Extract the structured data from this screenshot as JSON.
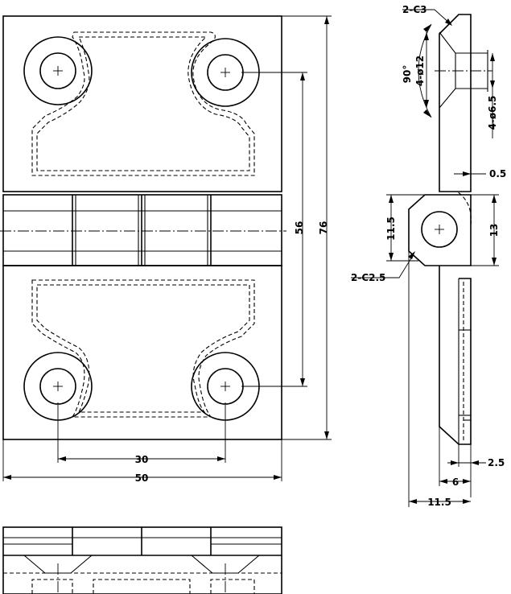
{
  "drawing": {
    "views": [
      "front-view",
      "side-view",
      "bottom-view"
    ],
    "dimensions": {
      "hole_spacing_horizontal": "30",
      "overall_width": "50",
      "hole_spacing_vertical": "56",
      "overall_height": "76",
      "countersink_chamfer": "2-C3",
      "countersink_angle": "90°",
      "countersink_diameter": "4-ø12",
      "hole_diameter": "4-ø6.5",
      "gap": "0.5",
      "knuckle_height": "13",
      "knuckle_inner": "11.5",
      "knuckle_chamfer": "2-C2.5",
      "leaf_thickness": "2.5",
      "leaf_offset": "6",
      "total_depth": "11.5"
    },
    "colors": {
      "line": "#000000",
      "background": "#ffffff"
    }
  }
}
